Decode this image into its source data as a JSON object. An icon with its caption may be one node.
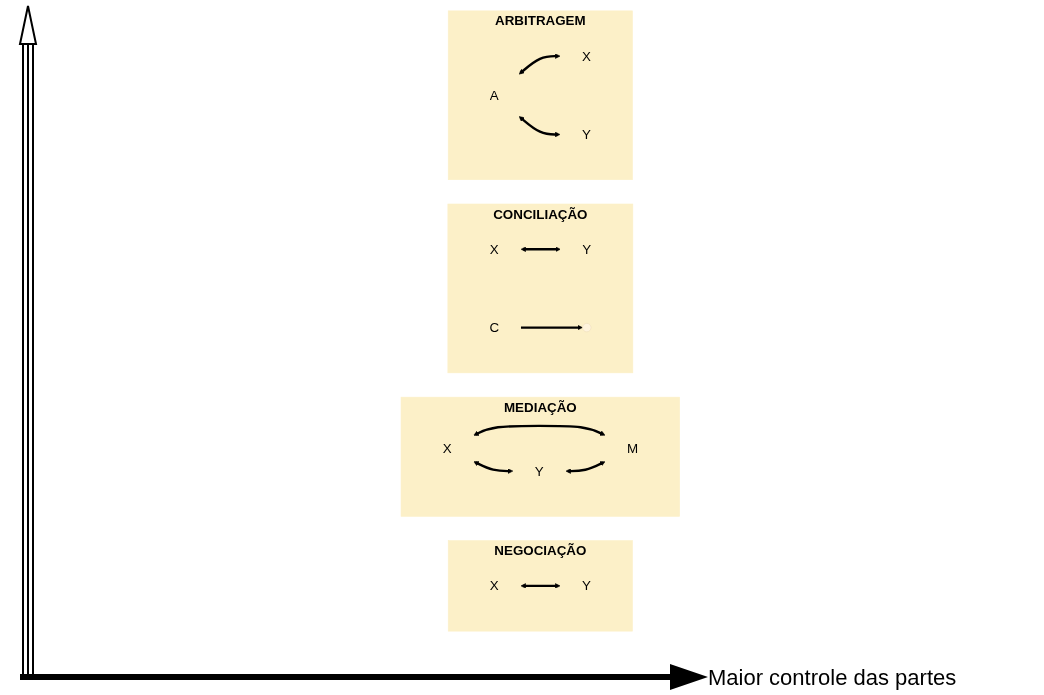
{
  "diagram": {
    "nodes": [
      {
        "text": [
          "ARBITRAGEM"
        ]
      },
      {
        "text": [
          "A"
        ],
        "in": 0
      },
      {
        "text": [
          "X"
        ],
        "in": 0
      },
      {
        "text": [
          "Y"
        ],
        "in": 0
      },
      {
        "text": [
          "CONCILIAÇÃO"
        ]
      },
      {
        "text": [
          "X"
        ],
        "in": 4
      },
      {
        "text": [
          "Y"
        ],
        "in": 4
      },
      {
        "text": [
          "C"
        ],
        "in": 4
      },
      {
        "text": [
          "MEDIAÇÃO"
        ]
      },
      {
        "text": [
          "X"
        ],
        "in": 8
      },
      {
        "text": [
          "Y"
        ],
        "in": 8
      },
      {
        "text": [
          "M"
        ],
        "in": 8
      },
      {
        "text": [
          "NEGOCIAÇÃO"
        ]
      },
      {
        "text": [
          "X"
        ],
        "in": 12
      },
      {
        "text": [
          "Y"
        ],
        "in": 12
      }
    ],
    "edges": [
      {
        "from": 1,
        "to": 2,
        "arrow": "both"
      },
      {
        "from": 1,
        "to": 3,
        "arrow": "both"
      },
      {
        "from": 5,
        "to": 6,
        "arrow": "both"
      },
      {
        "from": 7,
        "to": null,
        "arrow": "to"
      },
      {
        "from": 9,
        "to": 10,
        "arrow": "both"
      },
      {
        "from": 9,
        "to": 11,
        "arrow": "both"
      },
      {
        "from": 10,
        "to": 11,
        "arrow": "both"
      },
      {
        "from": 13,
        "to": 14,
        "arrow": "both"
      }
    ],
    "labels": [
      "Maior controle das partes"
    ]
  }
}
